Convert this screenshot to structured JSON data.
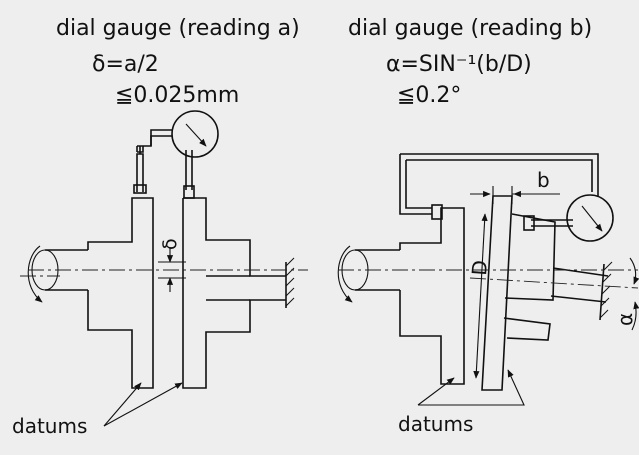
{
  "left_figure": {
    "title": "dial gauge (reading a)",
    "formula": "δ=a/2",
    "limit": "≦0.025mm",
    "delta_label": "δ",
    "datums_label": "datums"
  },
  "right_figure": {
    "title": "dial gauge (reading b)",
    "formula": "α=SIN⁻¹(b/D)",
    "limit": "≦0.2°",
    "b_label": "b",
    "D_label": "D",
    "alpha_label": "α",
    "datums_label": "datums"
  },
  "icons": {
    "dial_gauge_left": "dial-gauge-icon",
    "dial_gauge_right": "dial-gauge-icon",
    "rotation_arrow": "rotation-arrow-icon"
  },
  "colors": {
    "background": "#eeeeee",
    "ink": "#111111"
  }
}
